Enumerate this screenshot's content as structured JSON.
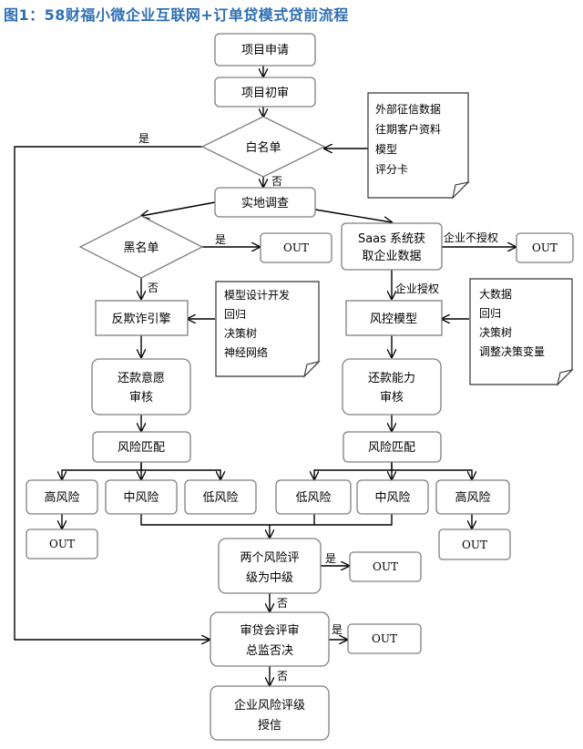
{
  "title": "图1：58财福小微企业互联网+订单贷模式贷前流程",
  "nodes": {
    "apply": "项目申请",
    "prelim": "项目初审",
    "whitelist": "白名单",
    "survey": "实地调查",
    "blacklist": "黑名单",
    "saas": [
      "Saas 系统获",
      "取企业数据"
    ],
    "antifraud": "反欺诈引擎",
    "riskmodel": "风控模型",
    "willing": [
      "还款意愿",
      "审核"
    ],
    "ability": [
      "还款能力",
      "审核"
    ],
    "match_l": "风险匹配",
    "match_r": "风险匹配",
    "high_l": "高风险",
    "mid_l": "中风险",
    "low_l": "低风险",
    "low_r": "低风险",
    "mid_r": "中风险",
    "high_r": "高风险",
    "two_mid": [
      "两个风险评",
      "级为中级"
    ],
    "committee": [
      "审贷会评审",
      "总监否决"
    ],
    "final": [
      "企业风险评级",
      "授信"
    ],
    "out": "OUT"
  },
  "notes": {
    "n1": [
      "外部征信数据",
      "往期客户资料",
      "模型",
      "评分卡"
    ],
    "n2": [
      "模型设计开发",
      "回归",
      "决策树",
      "神经网络"
    ],
    "n3": [
      "大数据",
      "回归",
      "决策树",
      "调整决策变量"
    ]
  },
  "edge_labels": {
    "yes": "是",
    "no": "否",
    "auth": "企业授权",
    "no_auth": "企业不授权"
  }
}
